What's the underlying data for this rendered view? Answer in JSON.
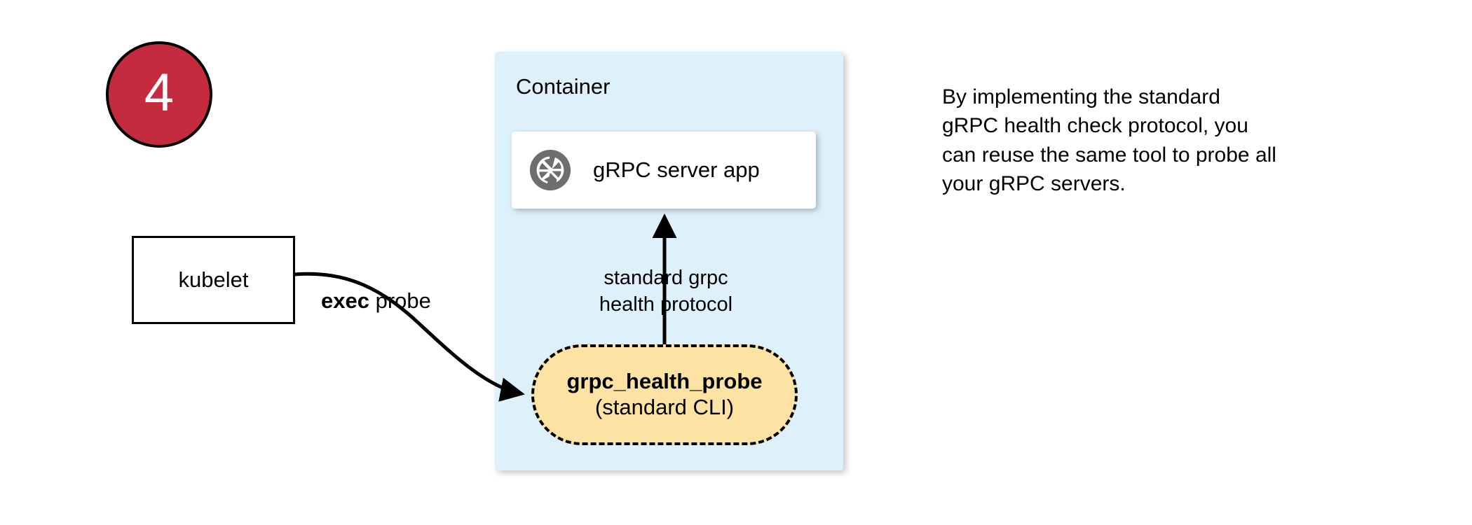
{
  "step": {
    "number": "4",
    "circle_fill": "#C42B3E",
    "circle_border": "#000000",
    "number_color": "#FFFFFF"
  },
  "kubelet": {
    "label": "kubelet",
    "fill": "#FFFFFF",
    "border": "#000000"
  },
  "edges": {
    "exec_probe_bold": "exec",
    "exec_probe_rest": " probe",
    "protocol_line1": "standard grpc",
    "protocol_line2": "health protocol"
  },
  "container": {
    "title": "Container",
    "fill": "#DEF1FB"
  },
  "grpc_server": {
    "label": "gRPC server app",
    "icon": "grpc-aperture-icon",
    "icon_color": "#6E6E6E",
    "fill": "#FFFFFF"
  },
  "probe_cli": {
    "title": "grpc_health_probe",
    "subtitle": "(standard CLI)",
    "fill": "#FCE3A3",
    "border": "#000000",
    "border_style": "dashed"
  },
  "note": {
    "line1": "By implementing the standard",
    "line2": "gRPC health check protocol, you",
    "line3": "can reuse the same tool to probe all",
    "line4": "your gRPC servers."
  }
}
